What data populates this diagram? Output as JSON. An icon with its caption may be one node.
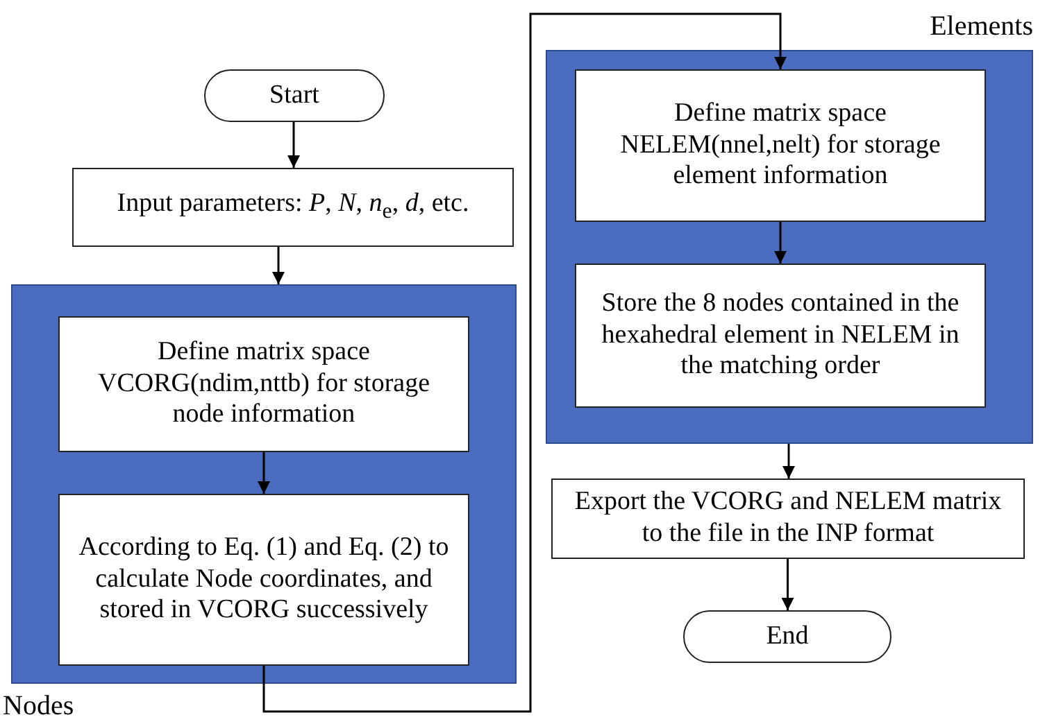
{
  "diagram": {
    "nodes": [
      {
        "text": [
          "Start"
        ]
      },
      {
        "text": [
          "Input parameters: *P*, *N*, *n*$_{e}$, *d*, etc."
        ]
      },
      {
        "text": [
          "Nodes"
        ]
      },
      {
        "text": [
          "Define matrix space VCORG(ndim,nttb) for storage node information"
        ],
        "in": 2
      },
      {
        "text": [
          "According to Eq. (1) and Eq. (2) to calculate Node coordinates, and stored in VCORG successively"
        ],
        "in": 2
      },
      {
        "text": [
          "Elements"
        ]
      },
      {
        "text": [
          "Define matrix space NELEM(nnel,nelt) for storage element information"
        ],
        "in": 5
      },
      {
        "text": [
          "Store the 8 nodes contained in the hexahedral element in NELEM in the matching order"
        ],
        "in": 5
      },
      {
        "text": [
          "Export the VCORG and NELEM matrix to the file in the INP format"
        ]
      },
      {
        "text": [
          "End"
        ]
      }
    ],
    "edges": [
      {
        "from": 0,
        "to": 1,
        "arrow": "to"
      },
      {
        "from": 1,
        "to": 2,
        "arrow": "to"
      },
      {
        "from": 3,
        "to": 4,
        "arrow": "to"
      },
      {
        "from": 4,
        "to": 6,
        "arrow": "to"
      },
      {
        "from": 6,
        "to": 7,
        "arrow": "to"
      },
      {
        "from": 5,
        "to": 8,
        "arrow": "to"
      },
      {
        "from": 8,
        "to": 9,
        "arrow": "to"
      }
    ]
  }
}
